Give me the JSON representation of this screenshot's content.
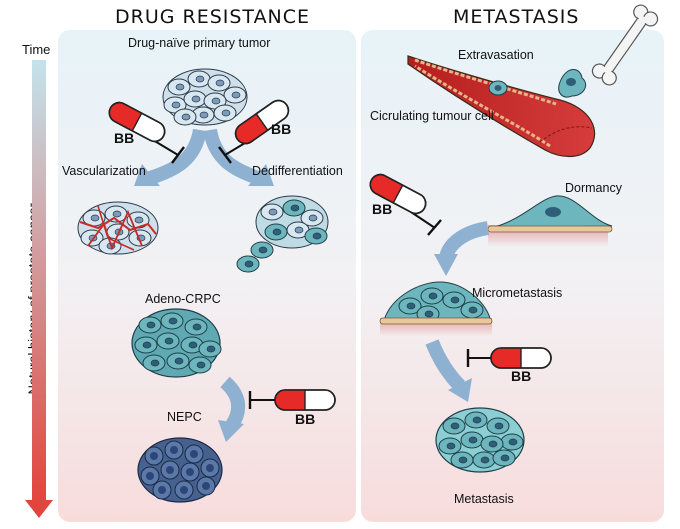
{
  "headers": {
    "drug_resistance": "DRUG RESISTANCE",
    "metastasis": "METASTASIS"
  },
  "timeline": {
    "time_label": "Time",
    "axis_label": "Natural history of prostate cancer"
  },
  "drug_resistance": {
    "primary_tumor": "Drug-naïve primary tumor",
    "vascularization": "Vascularization",
    "dedifferentiation": "Dedifferentiation",
    "adeno_crpc": "Adeno-CRPC",
    "nepc": "NEPC"
  },
  "metastasis": {
    "extravasation": "Extravasation",
    "circulating": "Cicrulating tumour cell",
    "dormancy": "Dormancy",
    "micrometastasis": "Micrometastasis",
    "metastasis": "Metastasis"
  },
  "drug_label": "BB",
  "colors": {
    "pill_red": "#e52a27",
    "arrow_blue": "#8fb1d1",
    "cell_light": "#d7e6ef",
    "cell_teal": "#62b2ba",
    "cell_dark": "#53709f",
    "vessel_red": "#c62a2a"
  }
}
